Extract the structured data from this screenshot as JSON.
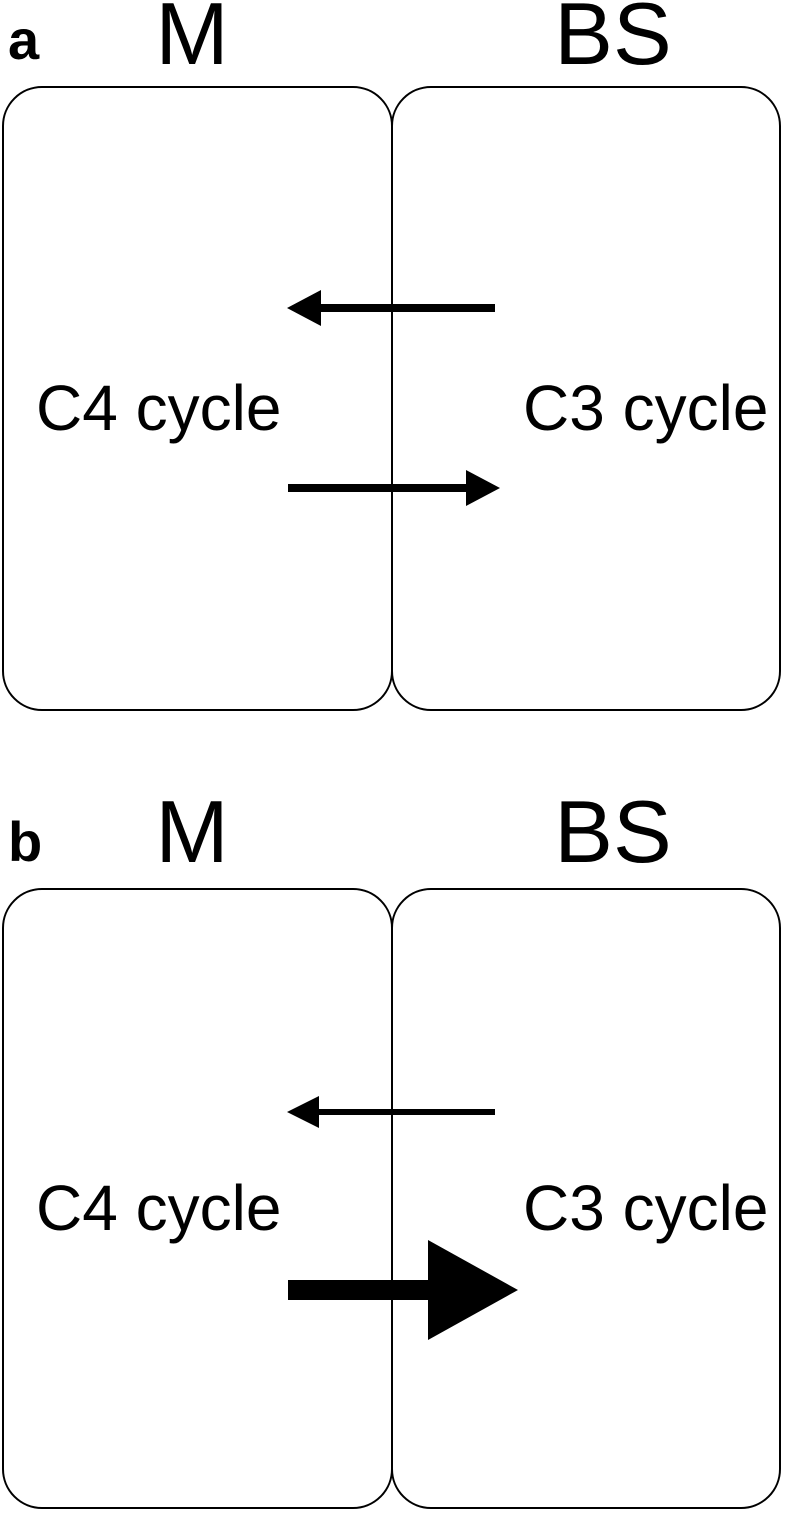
{
  "figure": {
    "colors": {
      "ink": "#000000",
      "background": "#ffffff"
    },
    "panels": [
      {
        "label": "a",
        "left_cell": {
          "header": "M",
          "body": "C4 cycle"
        },
        "right_cell": {
          "header": "BS",
          "body": "C3 cycle"
        },
        "arrows": [
          {
            "name": "arrow-bs-to-m",
            "direction": "left",
            "weight": "medium"
          },
          {
            "name": "arrow-m-to-bs",
            "direction": "right",
            "weight": "medium"
          }
        ]
      },
      {
        "label": "b",
        "left_cell": {
          "header": "M",
          "body": "C4 cycle"
        },
        "right_cell": {
          "header": "BS",
          "body": "C3 cycle"
        },
        "arrows": [
          {
            "name": "arrow-bs-to-m",
            "direction": "left",
            "weight": "thin"
          },
          {
            "name": "arrow-m-to-bs",
            "direction": "right",
            "weight": "thick"
          }
        ]
      }
    ]
  }
}
